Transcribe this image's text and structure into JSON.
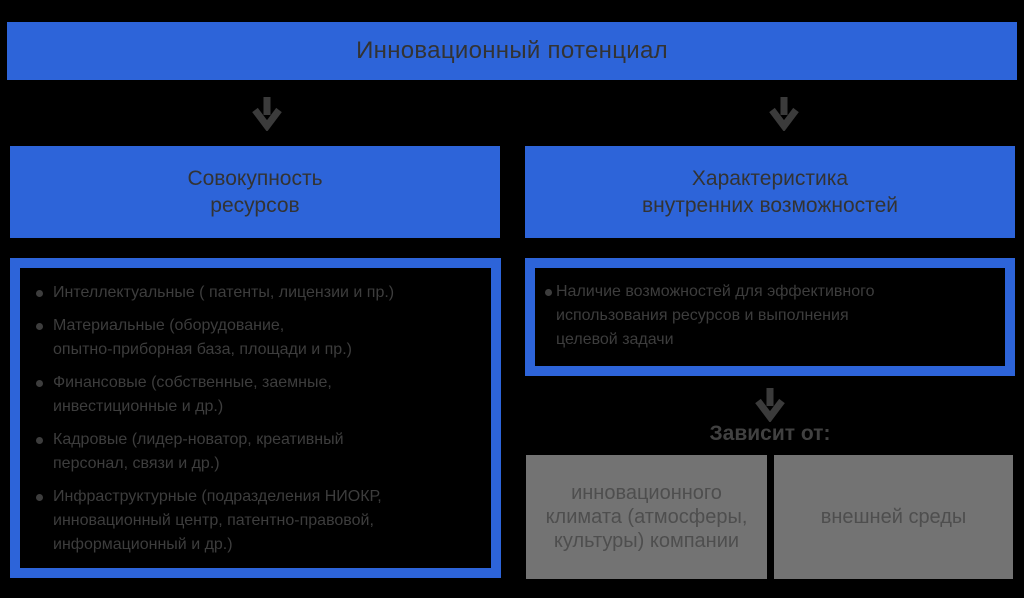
{
  "colors": {
    "background": "#000000",
    "blue": "#2d64d9",
    "dark_text": "#333333",
    "body_text": "#3d3d3d",
    "arrow": "#3b3b3b",
    "label_text": "#414141",
    "gray_box": "#737373",
    "gray_text": "#4e4e4e"
  },
  "banner": {
    "title": "Инновационный потенциал"
  },
  "resources": {
    "header": "Совокупность\nресурсов",
    "items": [
      "Интеллектуальные ( патенты, лицензии и пр.)",
      "Материальные (оборудование,\nопытно-приборная база, площади и пр.)",
      "Финансовые (собственные, заемные,\nинвестиционные и др.)",
      "Кадровые (лидер-новатор, креативный\nперсонал, связи и др.)",
      "Инфраструктурные (подразделения НИОКР,\nинновационный центр, патентно-правовой,\nинформационный и др.)"
    ]
  },
  "capabilities": {
    "header": "Характеристика\nвнутренних возможностей",
    "items": [
      "Наличие возможностей для эффективного\nиспользования ресурсов и выполнения\nцелевой задачи"
    ],
    "depends_label": "Зависит от:",
    "factors": [
      "инновационного\nклимата (атмосферы,\nкультуры) компании",
      "внешней среды"
    ]
  }
}
